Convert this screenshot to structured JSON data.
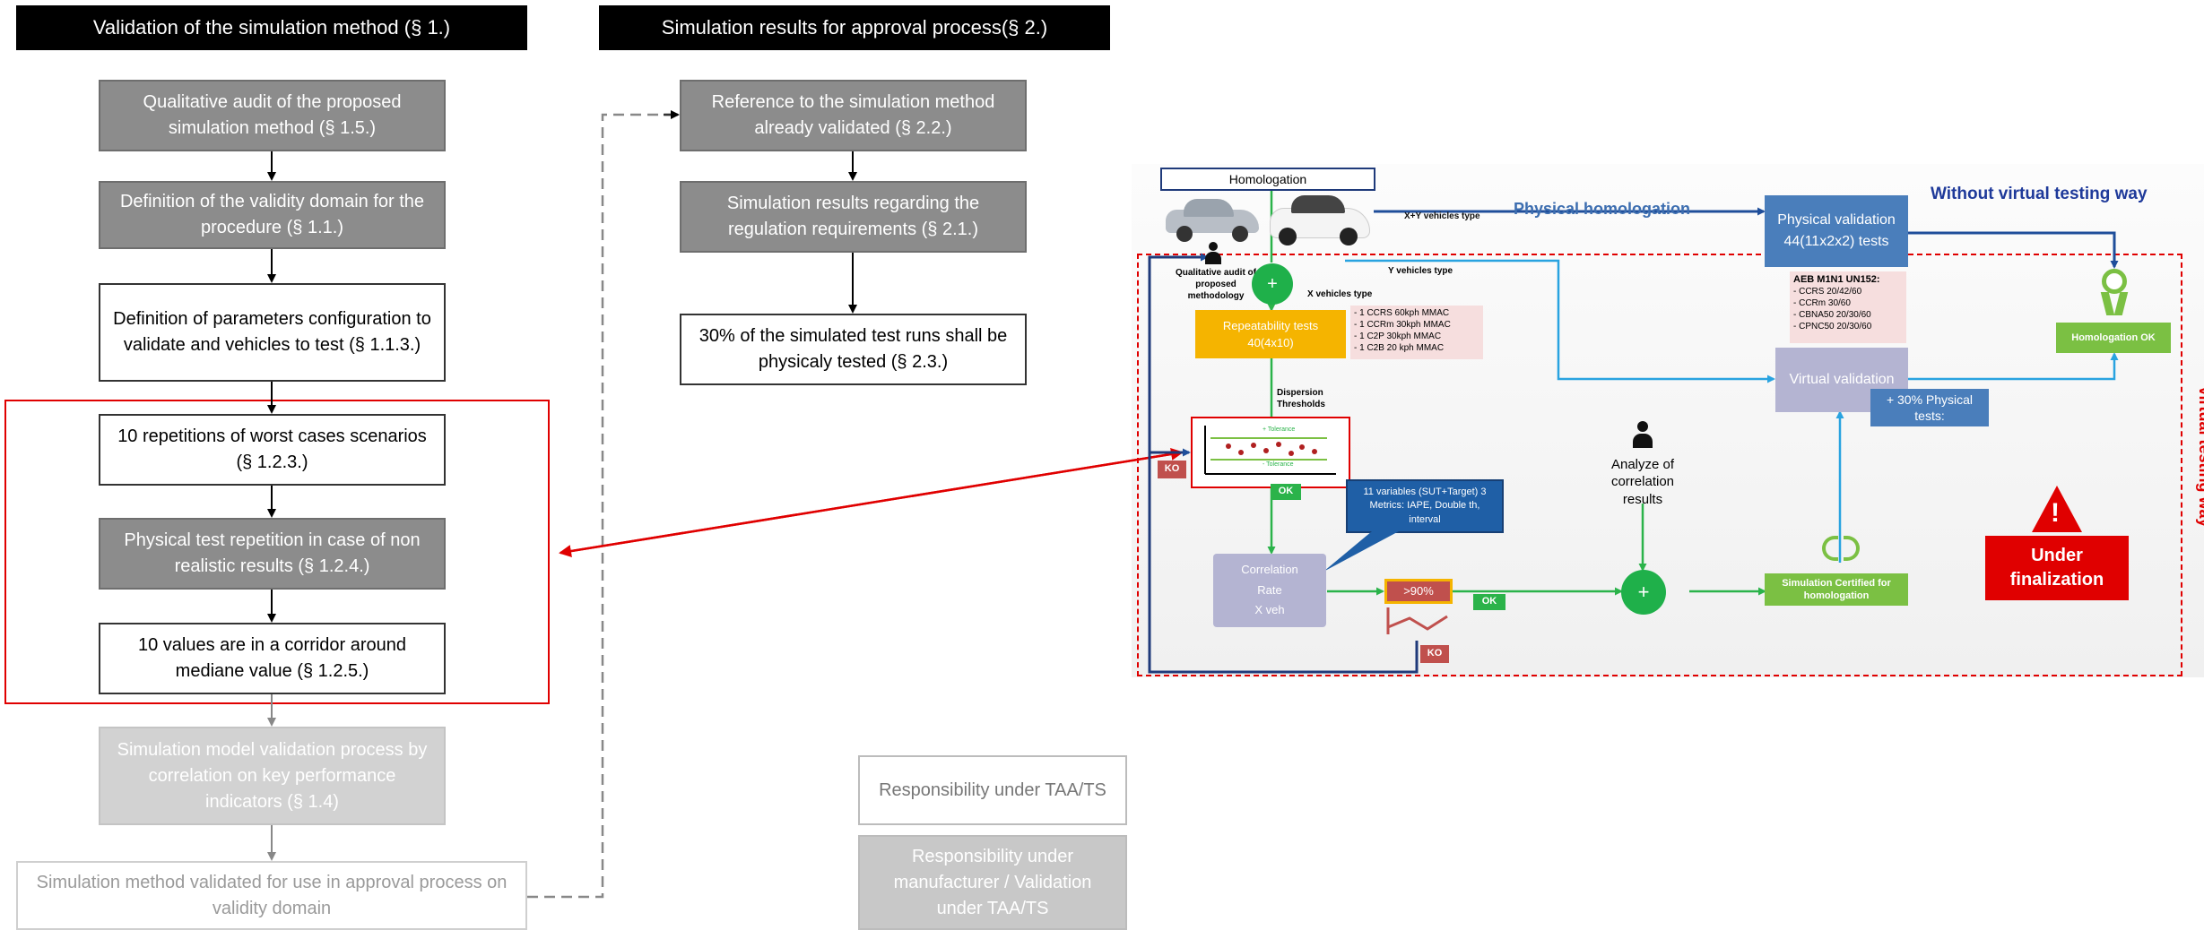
{
  "left": {
    "header": "Validation of the simulation method (§ 1.)",
    "boxes": [
      "Qualitative audit of the proposed simulation method (§ 1.5.)",
      "Definition of the validity domain for the procedure (§ 1.1.)",
      "Definition of parameters configuration to validate and vehicles to test (§ 1.1.3.)",
      "10 repetitions of worst cases scenarios (§ 1.2.3.)",
      "Physical test repetition in case of non realistic results (§ 1.2.4.)",
      "10 values are in a corridor around mediane value (§ 1.2.5.)",
      "Simulation model validation process by correlation on key performance indicators (§ 1.4)",
      "Simulation method validated for use in approval process on validity domain"
    ]
  },
  "middle": {
    "header": "Simulation results for approval process(§ 2.)",
    "boxes": [
      "Reference to the simulation method already validated (§ 2.2.)",
      "Simulation results regarding the regulation requirements (§ 2.1.)",
      "30% of the simulated test runs shall be physicaly tested (§ 2.3.)"
    ]
  },
  "legend": {
    "taa": "Responsibility under TAA/TS",
    "manufacturer": "Responsibility under manufacturer / Validation under TAA/TS"
  },
  "right": {
    "homologation": "Homologation",
    "xy_vehicles": "X+Y vehicles type",
    "physical_homologation": "Physical homologation",
    "without_virtual": "Without virtual testing way",
    "physical_validation": "Physical validation",
    "physical_validation_tests": "44(11x2x2) tests",
    "y_vehicles": "Y vehicles type",
    "x_vehicles": "X vehicles type",
    "qualitative_audit": "Qualitative audit of proposed methodology",
    "repeatability": "Repeatability tests",
    "repeatability_count": "40(4x10)",
    "scenarios": [
      "- 1 CCRS 60kph MMAC",
      "- 1 CCRm 30kph MMAC",
      "- 1 C2P 30kph MMAC",
      "- 1 C2B 20 kph MMAC"
    ],
    "aeb_title": "AEB M1N1 UN152:",
    "aeb_items": [
      "- CCRS 20/42/60",
      "- CCRm 30/60",
      "- CBNA50 20/30/60",
      "- CPNC50 20/30/60"
    ],
    "homologation_ok": "Homologation OK",
    "virtual_validation": "Virtual validation",
    "plus_physical": "+ 30% Physical tests:",
    "dispersion": "Dispersion Thresholds",
    "tolerance": "+ Tolerance",
    "tolerance_low": "- Tolerance",
    "ko": "KO",
    "ok": "OK",
    "variables_note": "11 variables (SUT+Target) 3 Metrics: IAPE, Double th, interval",
    "analyze": "Analyze of correlation results",
    "virtual_testing_way": "virtual testing way",
    "correlation": [
      "Correlation",
      "Rate",
      "X veh"
    ],
    "rate_threshold": ">90%",
    "sim_certified": "Simulation Certified for homologation",
    "under_finalization": "Under finalization",
    "plus": "+",
    "warning": "!"
  },
  "colors": {
    "black_header": "#000000",
    "dark_box": "#8c8c8c",
    "light_box": "#d2d2d2",
    "red_frame": "#e00000",
    "blue_dark": "#1f3a7a",
    "blue_box": "#4a7ebb",
    "green": "#2bb34a",
    "orange": "#f5b400",
    "lavender": "#b4b4d2",
    "pink_note": "#f6dede"
  }
}
